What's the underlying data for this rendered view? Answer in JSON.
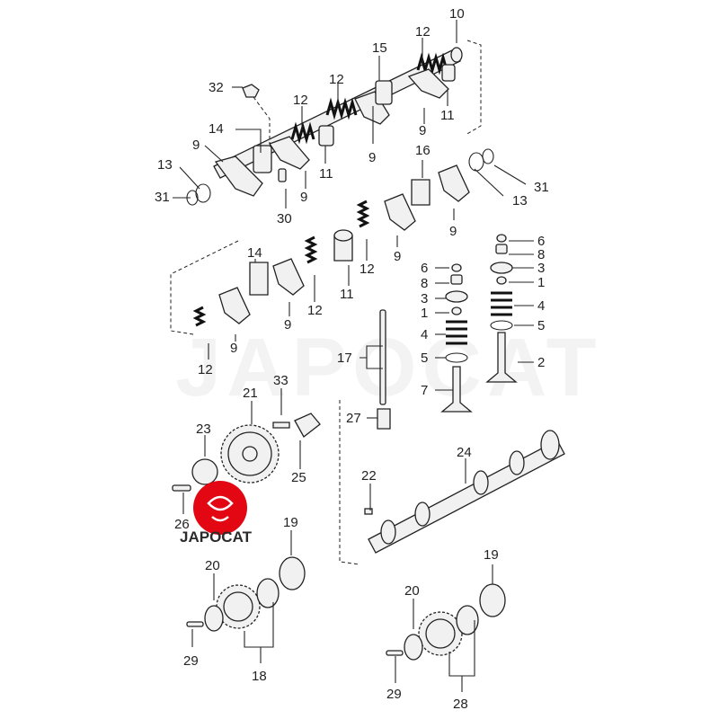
{
  "watermark": "JAPOCAT",
  "logo": {
    "text": "JAPOCAT",
    "color": "#e30613"
  },
  "callouts": [
    {
      "id": "c10",
      "text": "10"
    },
    {
      "id": "c12a",
      "text": "12"
    },
    {
      "id": "c15",
      "text": "15"
    },
    {
      "id": "c32",
      "text": "32"
    },
    {
      "id": "c12b",
      "text": "12"
    },
    {
      "id": "c12c",
      "text": "12"
    },
    {
      "id": "c11a",
      "text": "11"
    },
    {
      "id": "c14a",
      "text": "14"
    },
    {
      "id": "c9a",
      "text": "9"
    },
    {
      "id": "c9b",
      "text": "9"
    },
    {
      "id": "c9c",
      "text": "9"
    },
    {
      "id": "c13a",
      "text": "13"
    },
    {
      "id": "c31a",
      "text": "31"
    },
    {
      "id": "c30",
      "text": "30"
    },
    {
      "id": "c9d",
      "text": "9"
    },
    {
      "id": "c11b",
      "text": "11"
    },
    {
      "id": "c16",
      "text": "16"
    },
    {
      "id": "c31b",
      "text": "31"
    },
    {
      "id": "c13b",
      "text": "13"
    },
    {
      "id": "c9e",
      "text": "9"
    },
    {
      "id": "c14b",
      "text": "14"
    },
    {
      "id": "c9f",
      "text": "9"
    },
    {
      "id": "c12d",
      "text": "12"
    },
    {
      "id": "c11c",
      "text": "11"
    },
    {
      "id": "c12e",
      "text": "12"
    },
    {
      "id": "c9g",
      "text": "9"
    },
    {
      "id": "c12f",
      "text": "12"
    },
    {
      "id": "c9h",
      "text": "9"
    },
    {
      "id": "c6a",
      "text": "6"
    },
    {
      "id": "c8a",
      "text": "8"
    },
    {
      "id": "c3a",
      "text": "3"
    },
    {
      "id": "c1a",
      "text": "1"
    },
    {
      "id": "c4a",
      "text": "4"
    },
    {
      "id": "c5a",
      "text": "5"
    },
    {
      "id": "c2",
      "text": "2"
    },
    {
      "id": "c6b",
      "text": "6"
    },
    {
      "id": "c8b",
      "text": "8"
    },
    {
      "id": "c3b",
      "text": "3"
    },
    {
      "id": "c1b",
      "text": "1"
    },
    {
      "id": "c4b",
      "text": "4"
    },
    {
      "id": "c5b",
      "text": "5"
    },
    {
      "id": "c7",
      "text": "7"
    },
    {
      "id": "c17",
      "text": "17"
    },
    {
      "id": "c27",
      "text": "27"
    },
    {
      "id": "c33",
      "text": "33"
    },
    {
      "id": "c21",
      "text": "21"
    },
    {
      "id": "c23",
      "text": "23"
    },
    {
      "id": "c25",
      "text": "25"
    },
    {
      "id": "c26",
      "text": "26"
    },
    {
      "id": "c22",
      "text": "22"
    },
    {
      "id": "c24",
      "text": "24"
    },
    {
      "id": "c19a",
      "text": "19"
    },
    {
      "id": "c20a",
      "text": "20"
    },
    {
      "id": "c29a",
      "text": "29"
    },
    {
      "id": "c18",
      "text": "18"
    },
    {
      "id": "c19b",
      "text": "19"
    },
    {
      "id": "c20b",
      "text": "20"
    },
    {
      "id": "c29b",
      "text": "29"
    },
    {
      "id": "c28",
      "text": "28"
    }
  ]
}
